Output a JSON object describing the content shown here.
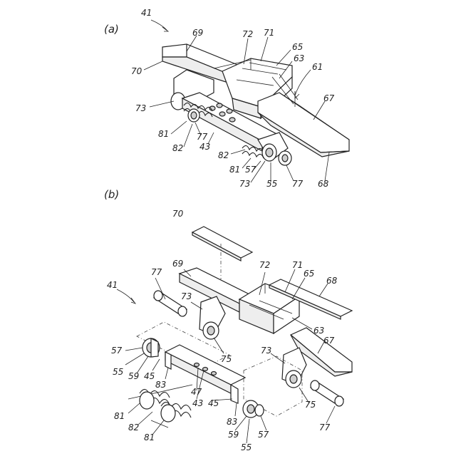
{
  "panels": {
    "a": {
      "label": "(a)",
      "refs": {
        "r41": "41",
        "r69": "69",
        "r72": "72",
        "r71": "71",
        "r65": "65",
        "r63": "63",
        "r61": "61",
        "r70": "70",
        "r73a": "73",
        "r67": "67",
        "r81a": "81",
        "r77a": "77",
        "r82a": "82",
        "r43": "43",
        "r82b": "82",
        "r81b": "81",
        "r57": "57",
        "r73b": "73",
        "r55": "55",
        "r77b": "77",
        "r68": "68"
      }
    },
    "b": {
      "label": "(b)",
      "refs": {
        "r70": "70",
        "r77a": "77",
        "r69": "69",
        "r72": "72",
        "r71": "71",
        "r65": "65",
        "r68": "68",
        "r41": "41",
        "r73a": "73",
        "r63": "63",
        "r75a": "75",
        "r67": "67",
        "r73b": "73",
        "r57a": "57",
        "r55a": "55",
        "r59a": "59",
        "r45a": "45",
        "r83a": "83",
        "r47": "47",
        "r43": "43",
        "r45b": "45",
        "r75b": "75",
        "r83b": "83",
        "r81a": "81",
        "r82": "82",
        "r81b": "81",
        "r59b": "59",
        "r57b": "57",
        "r77b": "77",
        "r55b": "55"
      }
    }
  }
}
